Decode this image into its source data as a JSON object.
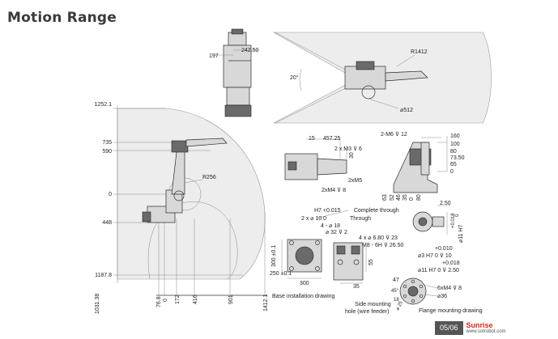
{
  "page": {
    "title": "Motion Range",
    "page_number": "05/06",
    "brand": "Sunrise",
    "website": "www.sotrobot.com"
  },
  "side_view": {
    "vertical_dims": [
      "1252.1",
      "735",
      "590",
      "0",
      "448",
      "1187.8"
    ],
    "horizontal_dims": [
      "1031.38",
      "76.8",
      "0",
      "172",
      "416",
      "901",
      "1412.1"
    ],
    "radius": "R256"
  },
  "front_view": {
    "dims": [
      "197",
      "242.50"
    ]
  },
  "top_view": {
    "angle": "20°",
    "radius": "R1412",
    "diameter": "⌀512"
  },
  "wrist_view": {
    "dims": [
      "15",
      "457.25",
      "2 x M3 ⊽ 6",
      "30",
      "2xM5",
      "2xM4 ⊽ 8"
    ]
  },
  "flange_side": {
    "top_label": "2-M6 ⊽ 12",
    "right_dims": [
      "160",
      "100",
      "80",
      "73.50",
      "65",
      "0"
    ],
    "bottom_dims": [
      "63",
      "52",
      "46",
      "35",
      "0",
      "80"
    ]
  },
  "base_drawing": {
    "dims": [
      "300 ±0.1",
      "250 ±0.1",
      "300"
    ],
    "hole_callouts": [
      "H7 +0.015",
      "2 x ⌀ 10  0",
      "4 - ⌀ 18",
      "⌀ 32 ⊽ 2"
    ],
    "complete_through": "Complete through",
    "through": "Through",
    "caption": "Base installation drawing"
  },
  "side_mounting": {
    "callouts": [
      "4 x ⌀ 6.80 ⊽ 23",
      "M8 - 6H ⊽ 26.50"
    ],
    "dims": [
      "55",
      "35"
    ],
    "caption_line1": "Side mounting",
    "caption_line2": "hole (wire feeder)"
  },
  "flange_drawing": {
    "top_dims": [
      "2.50",
      "⌀11 H7",
      "+0.018",
      "0"
    ],
    "callouts": [
      "+0.010",
      "⌀3 H7  0  ⊽ 10",
      "+0.018",
      "⌀11 H7  0  ⊽ 2.50"
    ],
    "bottom_dims": [
      "6xM4 ⊽ 8",
      "⌀36",
      "45°",
      "18",
      "⌀ 25"
    ],
    "side_num": "47",
    "caption": "Flange mounting drawing"
  },
  "colors": {
    "accent": "#d9261c",
    "ink": "#222222",
    "envelope": "#ededed"
  }
}
